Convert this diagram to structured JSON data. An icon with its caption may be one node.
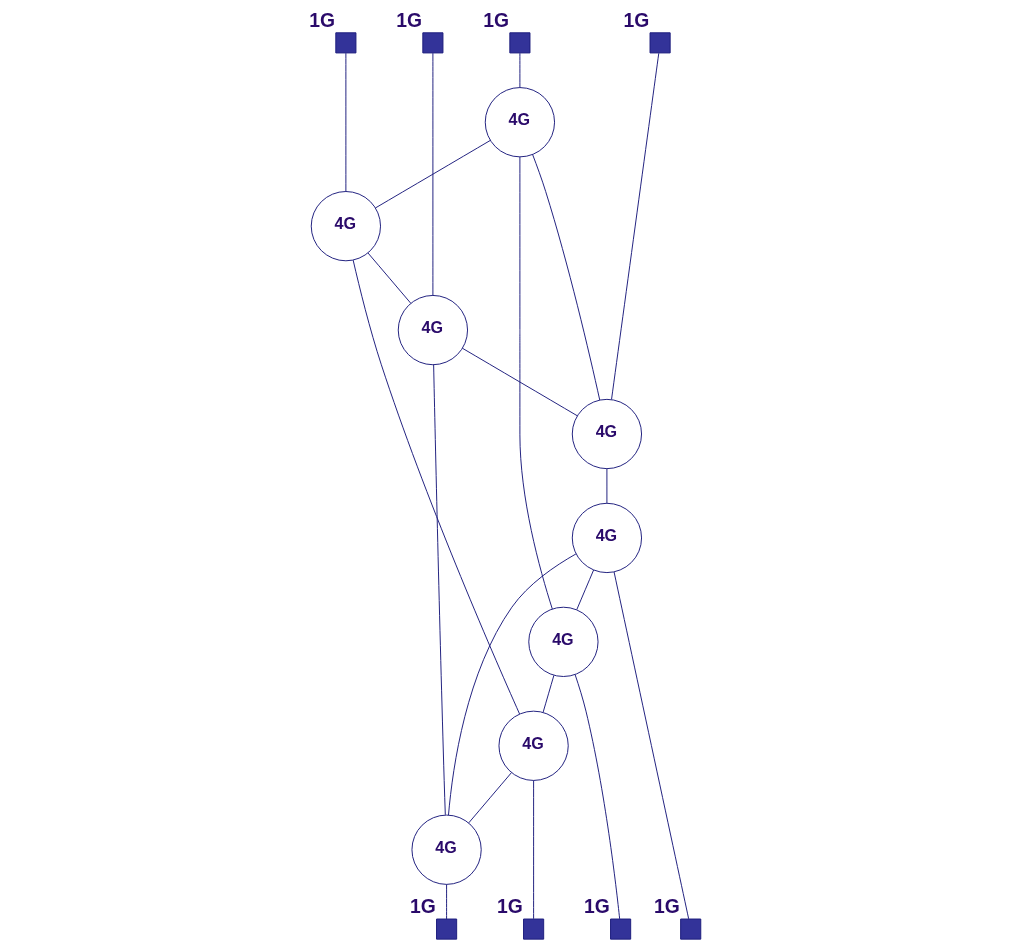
{
  "diagram": {
    "nodes": [
      {
        "text": [],
        "shape": "box",
        "beside": [
          "1G"
        ]
      },
      {
        "text": [],
        "shape": "box",
        "beside": [
          "1G"
        ]
      },
      {
        "text": [],
        "shape": "box",
        "beside": [
          "1G"
        ]
      },
      {
        "text": [],
        "shape": "box",
        "beside": [
          "1G"
        ]
      },
      {
        "text": [
          "4G"
        ]
      },
      {
        "text": [
          "4G"
        ]
      },
      {
        "text": [
          "4G"
        ]
      },
      {
        "text": [
          "4G"
        ]
      },
      {
        "text": [
          "4G"
        ]
      },
      {
        "text": [
          "4G"
        ]
      },
      {
        "text": [
          "4G"
        ]
      },
      {
        "text": [
          "4G"
        ]
      },
      {
        "text": [],
        "shape": "box",
        "beside": [
          "1G"
        ]
      },
      {
        "text": [],
        "shape": "box",
        "beside": [
          "1G"
        ]
      },
      {
        "text": [],
        "shape": "box",
        "beside": [
          "1G"
        ]
      },
      {
        "text": [],
        "shape": "box",
        "beside": [
          "1G"
        ]
      }
    ],
    "edges": [
      {
        "from": 0,
        "to": 5,
        "arrow": "none"
      },
      {
        "from": 1,
        "to": 4,
        "arrow": "none"
      },
      {
        "from": 2,
        "to": 7,
        "arrow": "none"
      },
      {
        "from": 3,
        "to": 6,
        "arrow": "none"
      },
      {
        "from": 5,
        "to": 4,
        "arrow": "none"
      },
      {
        "from": 4,
        "to": 6,
        "arrow": "none"
      },
      {
        "from": 6,
        "to": 7,
        "arrow": "none"
      },
      {
        "from": 7,
        "to": 5,
        "arrow": "none"
      },
      {
        "from": 5,
        "to": 9,
        "arrow": "none"
      },
      {
        "from": 4,
        "to": 8,
        "arrow": "none"
      },
      {
        "from": 6,
        "to": 10,
        "arrow": "none"
      },
      {
        "from": 7,
        "to": 11,
        "arrow": "none"
      },
      {
        "from": 9,
        "to": 8,
        "arrow": "none"
      },
      {
        "from": 8,
        "to": 10,
        "arrow": "none"
      },
      {
        "from": 10,
        "to": 11,
        "arrow": "none"
      },
      {
        "from": 11,
        "to": 9,
        "arrow": "none"
      },
      {
        "from": 9,
        "to": 12,
        "arrow": "none"
      },
      {
        "from": 8,
        "to": 13,
        "arrow": "none"
      },
      {
        "from": 11,
        "to": 14,
        "arrow": "none"
      },
      {
        "from": 10,
        "to": 15,
        "arrow": "none"
      }
    ]
  }
}
